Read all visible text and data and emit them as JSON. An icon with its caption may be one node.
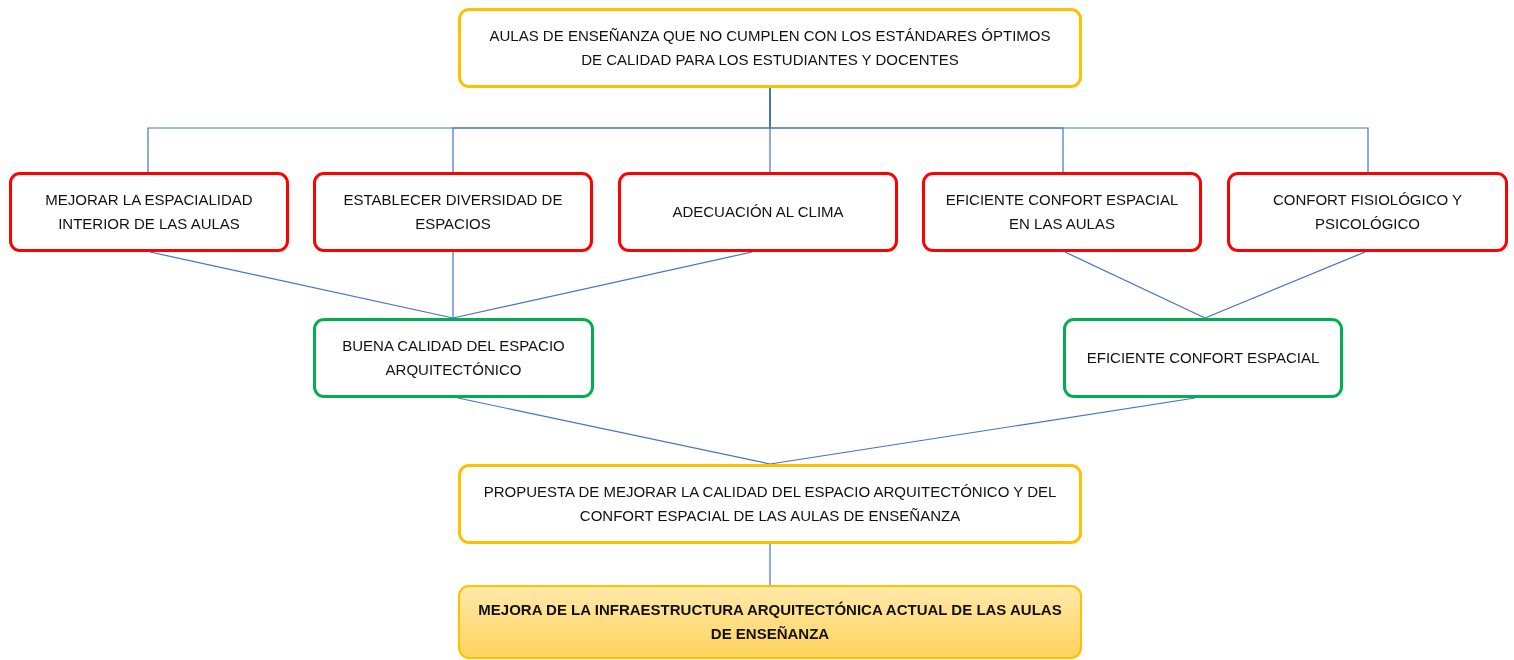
{
  "diagram": {
    "nodes": [
      {
        "text": [
          "AULAS DE ENSEÑANZA QUE NO CUMPLEN CON LOS ESTÁNDARES ÓPTIMOS DE CALIDAD PARA LOS ESTUDIANTES Y DOCENTES"
        ]
      },
      {
        "text": [
          "MEJORAR LA ESPACIALIDAD INTERIOR DE LAS AULAS"
        ]
      },
      {
        "text": [
          "ESTABLECER DIVERSIDAD DE ESPACIOS"
        ]
      },
      {
        "text": [
          "ADECUACIÓN AL CLIMA"
        ]
      },
      {
        "text": [
          "EFICIENTE CONFORT ESPACIAL EN LAS AULAS"
        ]
      },
      {
        "text": [
          "CONFORT FISIOLÓGICO Y PSICOLÓGICO"
        ]
      },
      {
        "text": [
          "BUENA CALIDAD DEL ESPACIO ARQUITECTÓNICO"
        ]
      },
      {
        "text": [
          "EFICIENTE CONFORT ESPACIAL"
        ]
      },
      {
        "text": [
          "PROPUESTA DE MEJORAR LA CALIDAD DEL ESPACIO ARQUITECTÓNICO Y DEL CONFORT ESPACIAL DE LAS AULAS DE ENSEÑANZA"
        ]
      },
      {
        "text": [
          "MEJORA DE LA INFRAESTRUCTURA ARQUITECTÓNICA ACTUAL DE LAS AULAS DE ENSEÑANZA"
        ]
      }
    ],
    "edges": [
      {
        "from": 0,
        "to": 1,
        "arrow": "none"
      },
      {
        "from": 0,
        "to": 2,
        "arrow": "none"
      },
      {
        "from": 0,
        "to": 3,
        "arrow": "none"
      },
      {
        "from": 0,
        "to": 4,
        "arrow": "none"
      },
      {
        "from": 0,
        "to": 5,
        "arrow": "none"
      },
      {
        "from": 1,
        "to": 6,
        "arrow": "none"
      },
      {
        "from": 2,
        "to": 6,
        "arrow": "none"
      },
      {
        "from": 3,
        "to": 6,
        "arrow": "none"
      },
      {
        "from": 4,
        "to": 7,
        "arrow": "none"
      },
      {
        "from": 5,
        "to": 7,
        "arrow": "none"
      },
      {
        "from": 6,
        "to": 8,
        "arrow": "none"
      },
      {
        "from": 7,
        "to": 8,
        "arrow": "none"
      },
      {
        "from": 8,
        "to": 9,
        "arrow": "none"
      }
    ]
  }
}
